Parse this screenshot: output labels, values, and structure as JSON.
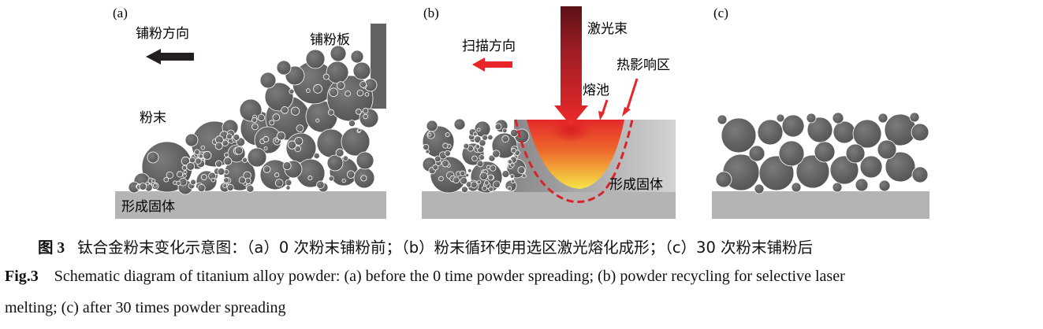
{
  "panels": {
    "a": {
      "label": "(a)",
      "direction": "铺粉方向",
      "blade": "铺粉板",
      "powder": "粉末",
      "base": "形成固体"
    },
    "b": {
      "label": "(b)",
      "laser": "激光束",
      "direction": "扫描方向",
      "haz": "热影响区",
      "pool": "熔池",
      "solid": "形成固体"
    },
    "c": {
      "label": "(c)"
    }
  },
  "colors": {
    "particle": "#636263",
    "base": "#b5b4b5",
    "arrow_black": "#231f20",
    "arrow_red": "#e8262a",
    "dashed_red": "#d8232a",
    "pool_top": "#e52a2a",
    "pool_bottom": "#f5e447"
  },
  "caption": {
    "cn_label": "图 3",
    "cn_text": "钛合金粉末变化示意图：（a）0 次粉末铺粉前；（b）粉末循环使用选区激光熔化成形；（c）30 次粉末铺粉后",
    "en_label": "Fig.3",
    "en_text_line1": "Schematic diagram of titanium alloy powder: (a) before the 0 time powder spreading; (b) powder recycling for selective laser",
    "en_text_line2": "melting; (c) after 30 times powder spreading"
  }
}
